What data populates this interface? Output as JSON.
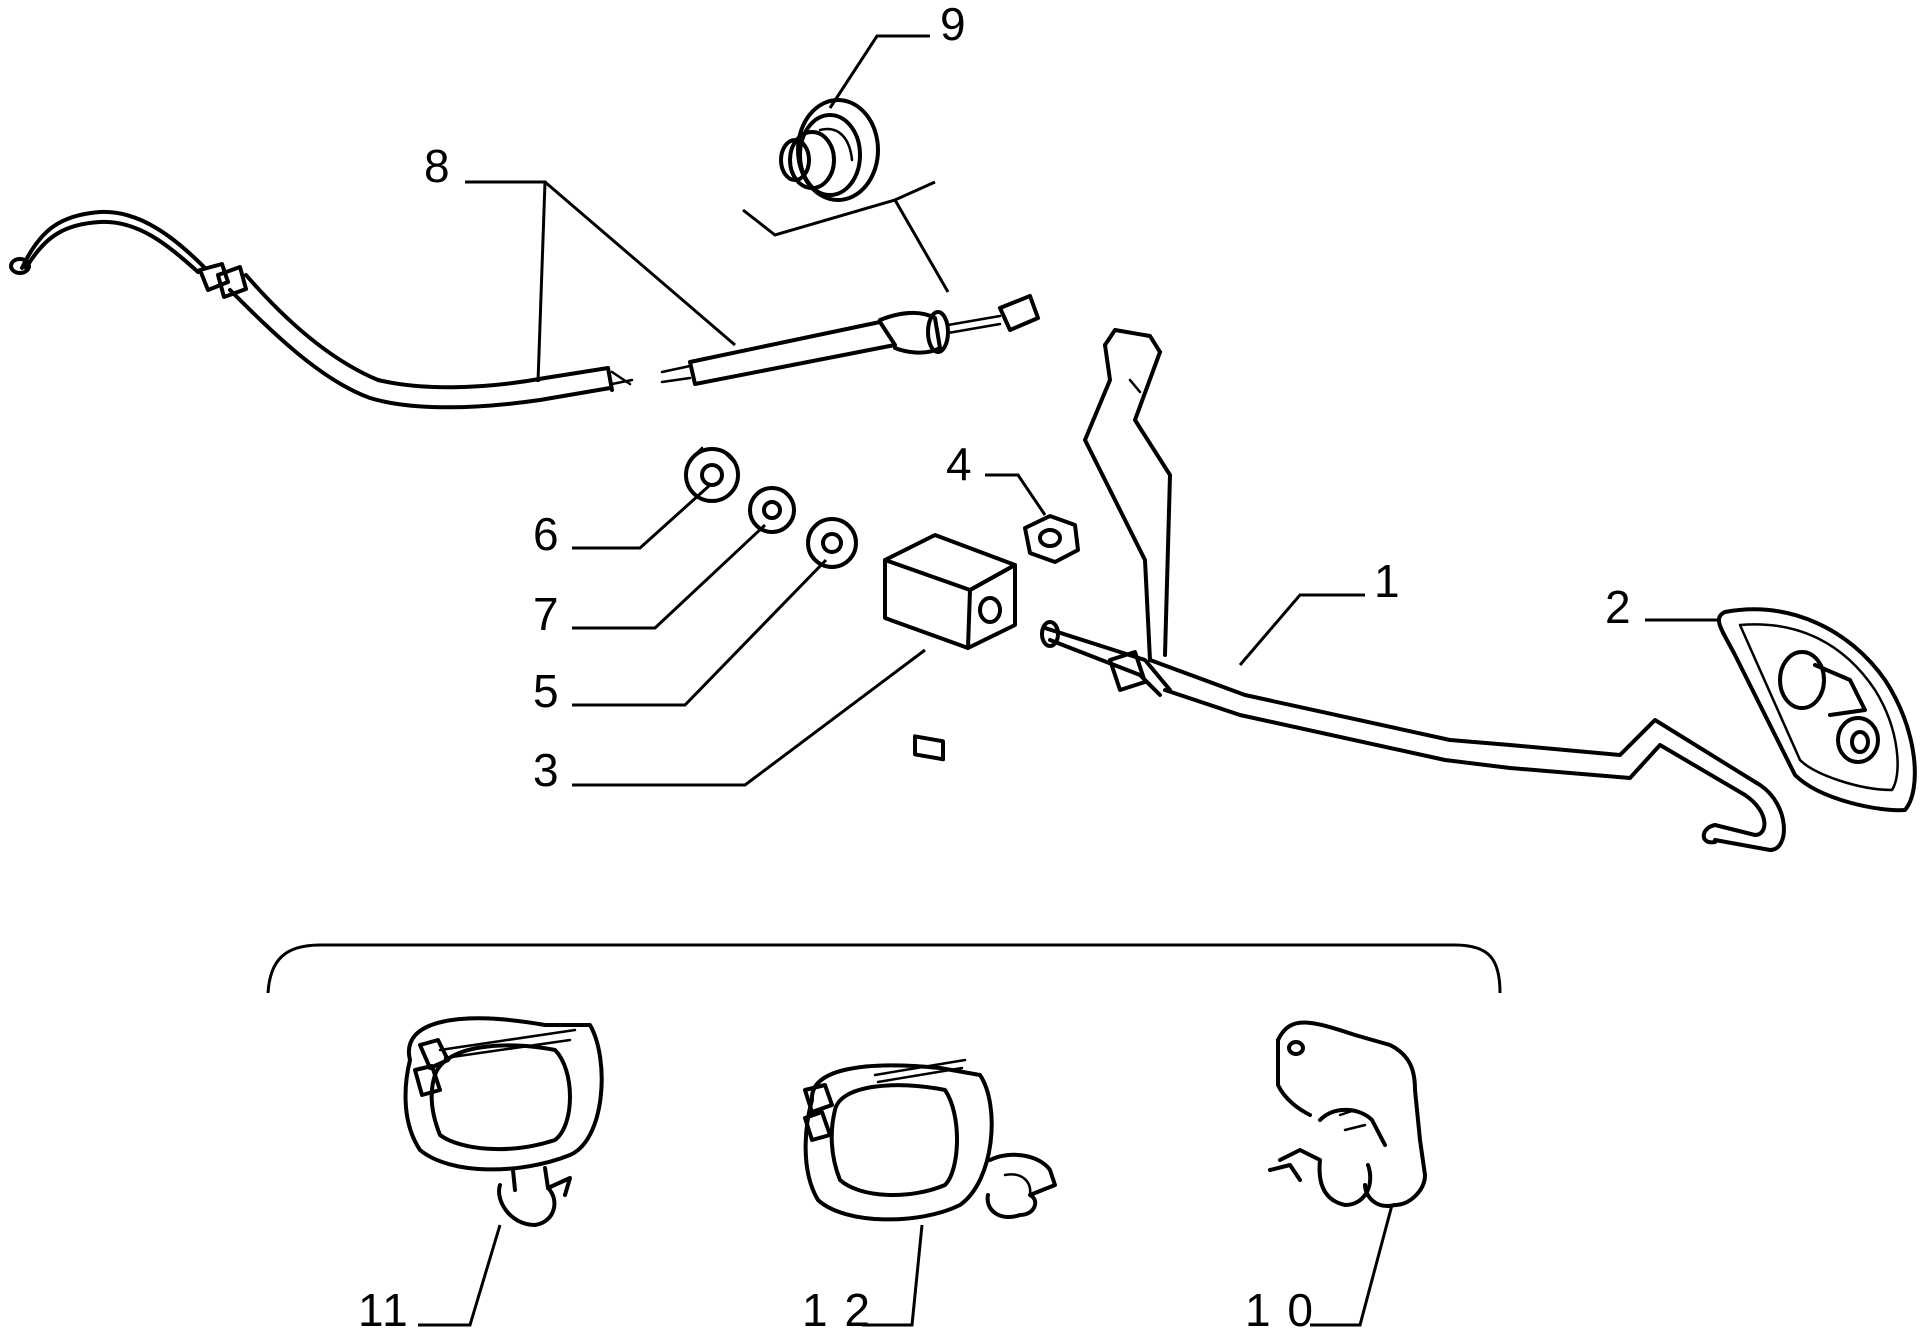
{
  "callouts": {
    "c1": "1",
    "c2": "2",
    "c3": "3",
    "c4": "4",
    "c5": "5",
    "c6": "6",
    "c7": "7",
    "c8": "8",
    "c9": "9",
    "c10": "1 0",
    "c11": "11",
    "c12": "1 2"
  }
}
